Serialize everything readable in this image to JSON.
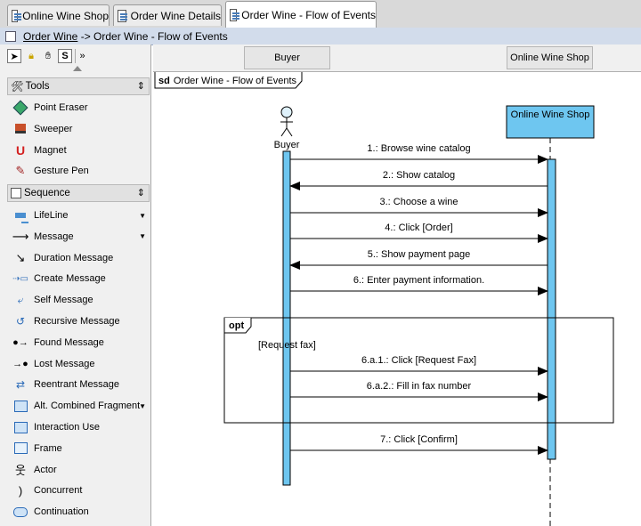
{
  "tabs": [
    {
      "label": "Online Wine Shop"
    },
    {
      "label": "Order Wine Details"
    },
    {
      "label": "Order Wine - Flow of Events"
    }
  ],
  "breadcrumb": {
    "link": "Order Wine",
    "separator": " -> ",
    "current": "Order Wine - Flow of Events"
  },
  "palette": {
    "tools_header": "Tools",
    "tools": [
      "Point Eraser",
      "Sweeper",
      "Magnet",
      "Gesture Pen"
    ],
    "sequence_header": "Sequence",
    "sequence": [
      "LifeLine",
      "Message",
      "Duration Message",
      "Create Message",
      "Self Message",
      "Recursive Message",
      "Found Message",
      "Lost Message",
      "Reentrant Message",
      "Alt. Combined Fragment",
      "Interaction Use",
      "Frame",
      "Actor",
      "Concurrent",
      "Continuation"
    ]
  },
  "column_headers": [
    "Buyer",
    "Online Wine Shop"
  ],
  "frame_label": {
    "keyword": "sd",
    "name": "Order Wine - Flow of Events"
  },
  "lifelines": {
    "actor": "Buyer",
    "object": "Online Wine Shop"
  },
  "messages": [
    "1.: Browse wine catalog",
    "2.: Show catalog",
    "3.: Choose a wine",
    "4.: Click [Order]",
    "5.: Show payment page",
    "6.: Enter payment information.",
    "6.a.1.: Click [Request Fax]",
    "6.a.2.: Fill in fax number",
    "7.: Click [Confirm]"
  ],
  "fragment": {
    "operator": "opt",
    "guard": "[Request fax]"
  },
  "colors": {
    "lifeline_fill": "#6ec6f0",
    "breadcrumb_bg": "#d2dceb"
  }
}
